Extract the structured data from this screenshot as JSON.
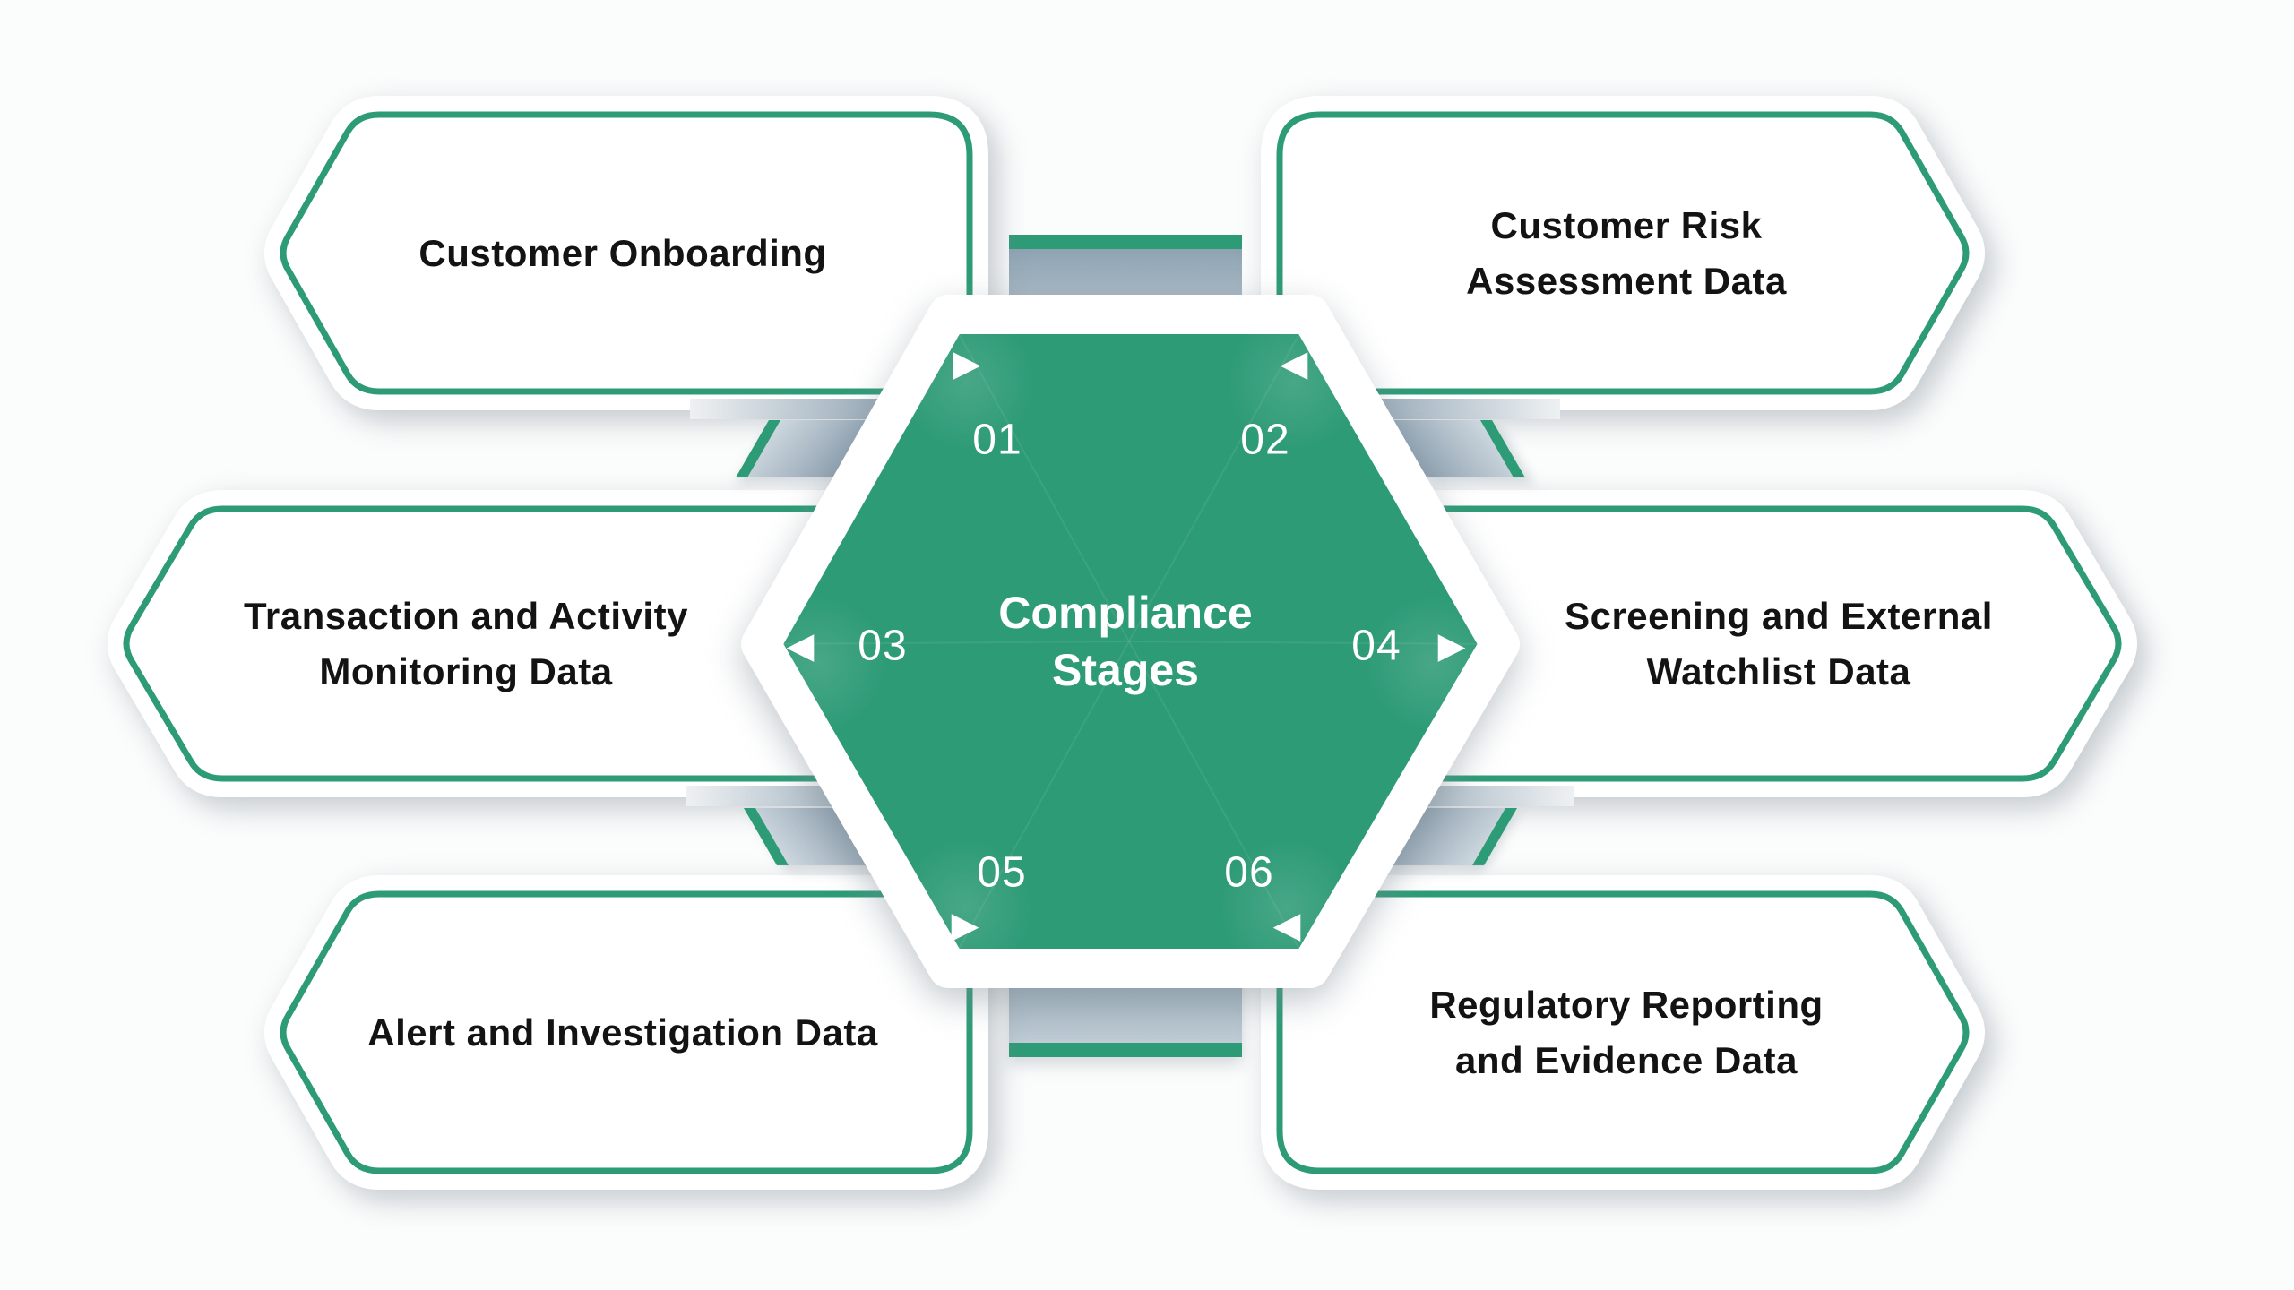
{
  "diagram": {
    "title_line1": "Compliance",
    "title_line2": "Stages",
    "stages": [
      {
        "num": "01",
        "lines": [
          "Customer Onboarding"
        ]
      },
      {
        "num": "02",
        "lines": [
          "Customer Risk",
          "Assessment Data"
        ]
      },
      {
        "num": "03",
        "lines": [
          "Transaction and Activity",
          "Monitoring Data"
        ]
      },
      {
        "num": "04",
        "lines": [
          "Screening and External",
          "Watchlist Data"
        ]
      },
      {
        "num": "05",
        "lines": [
          "Alert and Investigation Data"
        ]
      },
      {
        "num": "06",
        "lines": [
          "Regulatory Reporting",
          "and Evidence Data"
        ]
      }
    ],
    "icons": {
      "arrow_right": "▶",
      "arrow_left": "◀"
    },
    "colors": {
      "green": "#2e9b77",
      "label_text": "#131313",
      "connector_gray_dark": "#8ea3b2",
      "connector_gray_light": "#c6d2da",
      "background": "#fbfcfc",
      "stage_text": "#ffffff"
    }
  }
}
